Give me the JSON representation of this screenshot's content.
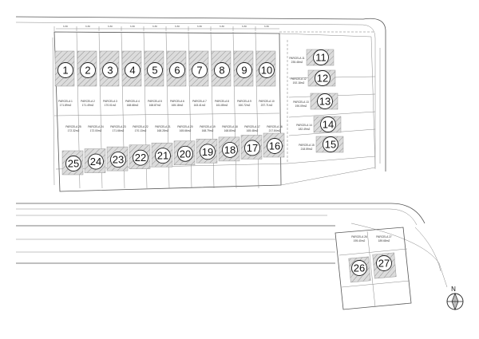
{
  "lot_badges": [
    "1",
    "2",
    "3",
    "4",
    "5",
    "6",
    "7",
    "8",
    "9",
    "10",
    "11",
    "12",
    "13",
    "14",
    "15",
    "16",
    "17",
    "18",
    "19",
    "20",
    "21",
    "22",
    "23",
    "24",
    "25",
    "26",
    "27"
  ],
  "parcel_labels": [
    {
      "name": "PARCELA 1",
      "area": "171.89m2"
    },
    {
      "name": "PARCELA 2",
      "area": "171.49m2"
    },
    {
      "name": "PARCELA 3",
      "area": "170.01m2"
    },
    {
      "name": "PARCELA 4",
      "area": "168.68m2"
    },
    {
      "name": "PARCELA 5",
      "area": "168.87m2"
    },
    {
      "name": "PARCELA 6",
      "area": "165.18m2"
    },
    {
      "name": "PARCELA 7",
      "area": "163.41m2"
    },
    {
      "name": "PARCELA 8",
      "area": "161.85m2"
    },
    {
      "name": "PARCELA 9",
      "area": "160.72m2"
    },
    {
      "name": "PARCELA 10",
      "area": "237.71m2"
    },
    {
      "name": "PARCELA 11",
      "area": "235.48m2"
    },
    {
      "name": "PARCELA 12",
      "area": "192.18m2"
    },
    {
      "name": "PARCELA 13",
      "area": "190.09m2"
    },
    {
      "name": "PARCELA 14",
      "area": "182.49m2"
    },
    {
      "name": "PARCELA 15",
      "area": "218.59m2"
    },
    {
      "name": "PARCELA 16",
      "area": "217.84m2"
    },
    {
      "name": "PARCELA 17",
      "area": "165.48m2"
    },
    {
      "name": "PARCELA 18",
      "area": "168.80m2"
    },
    {
      "name": "PARCELA 19",
      "area": "168.79m2"
    },
    {
      "name": "PARCELA 20",
      "area": "165.66m2"
    },
    {
      "name": "PARCELA 21",
      "area": "168.28m2"
    },
    {
      "name": "PARCELA 22",
      "area": "170.13m2"
    },
    {
      "name": "PARCELA 23",
      "area": "171.66m2"
    },
    {
      "name": "PARCELA 24",
      "area": "172.00m2"
    },
    {
      "name": "PARCELA 25",
      "area": "172.32m2"
    },
    {
      "name": "PARCELA 26",
      "area": "195.40m2"
    },
    {
      "name": "PARCELA 27",
      "area": "189.68m2"
    }
  ],
  "dimension_labels": [
    "6.80",
    "6.80",
    "6.80",
    "6.80",
    "6.80",
    "6.80",
    "6.80",
    "6.80",
    "6.80",
    "6.80"
  ],
  "north_label": "N"
}
